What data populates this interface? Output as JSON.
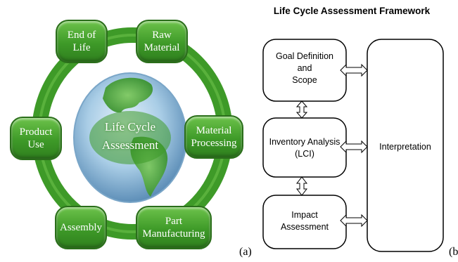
{
  "panel_a": {
    "nodes": {
      "end_of_life": [
        "End of",
        "Life"
      ],
      "raw_material": [
        "Raw",
        "Material"
      ],
      "product_use": [
        "Product",
        "Use"
      ],
      "material_processing": [
        "Material",
        "Processing"
      ],
      "assembly": [
        "Assembly"
      ],
      "part_manufacturing": [
        "Part",
        "Manufacturing"
      ]
    },
    "center": {
      "line1": "Life Cycle",
      "line2": "Assessment"
    },
    "label": "(a)",
    "colors": {
      "node_green": "#4aa632",
      "ring_green": "#3e9a28",
      "globe_blue": "#8ab6d8"
    }
  },
  "panel_b": {
    "title": "Life Cycle Assessment Framework",
    "boxes": {
      "goal": [
        "Goal Definition",
        "and",
        "Scope"
      ],
      "inventory": [
        "Inventory Analysis",
        "(LCI)"
      ],
      "impact": [
        "Impact",
        "Assessment"
      ],
      "interpretation": "Interpretation"
    },
    "label": "(b"
  }
}
